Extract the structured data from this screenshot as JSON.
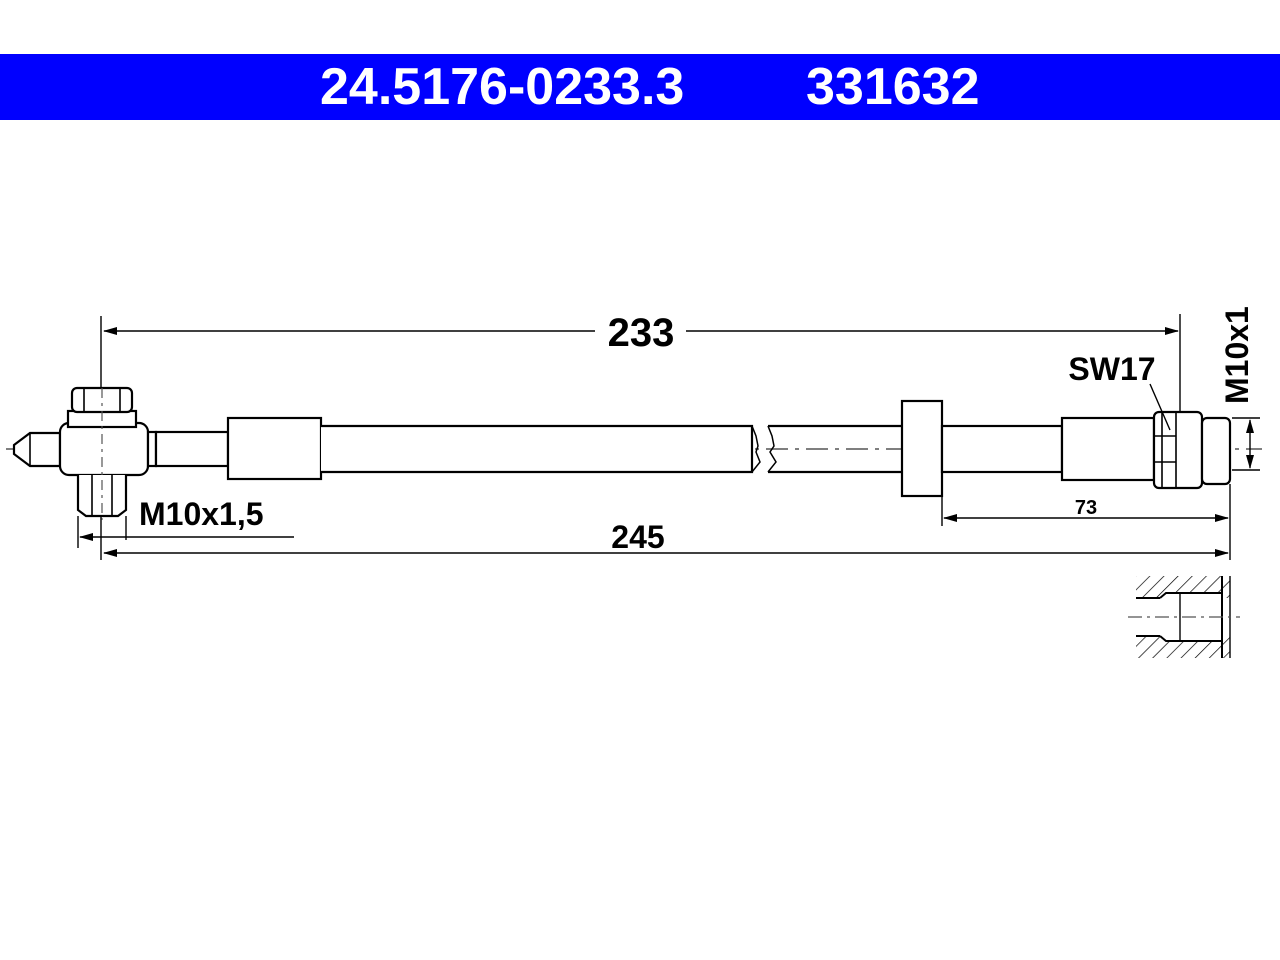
{
  "header": {
    "part_number": "24.5176-0233.3",
    "ref_number": "331632",
    "background_color": "#0000ff",
    "text_color": "#ffffff"
  },
  "dimensions": {
    "length_main": "233",
    "length_total": "245",
    "length_end": "73"
  },
  "labels": {
    "thread_left": "M10x1,5",
    "thread_right": "M10x1",
    "wrench_size": "SW17"
  }
}
